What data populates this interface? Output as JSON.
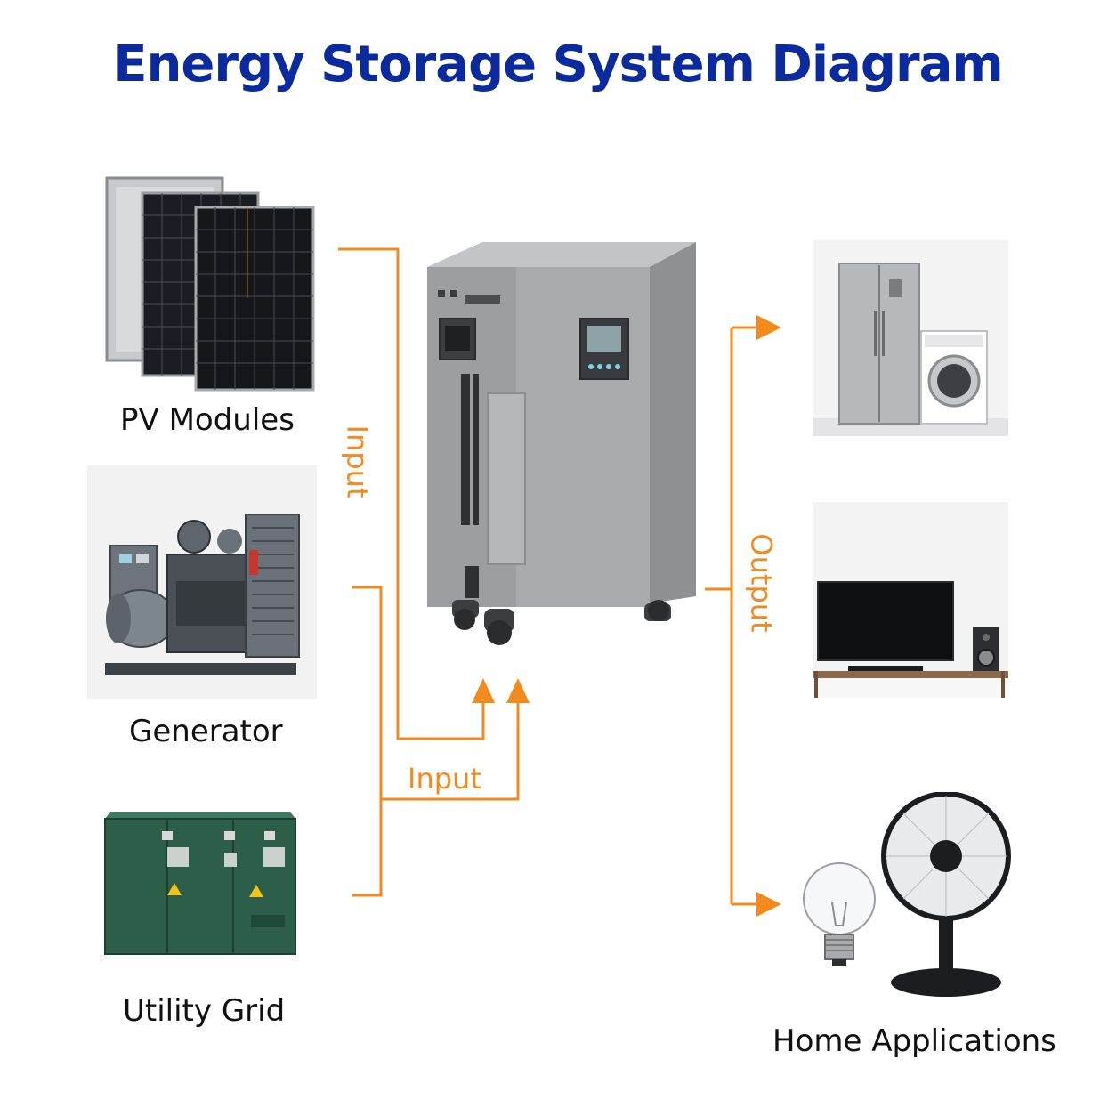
{
  "title": "Energy Storage System Diagram",
  "sources": {
    "pv": "PV Modules",
    "generator": "Generator",
    "grid": "Utility Grid"
  },
  "flows": {
    "input_vertical": "Input",
    "input_horizontal": "Input",
    "output": "Output"
  },
  "loads": {
    "home": "Home Applications"
  },
  "colors": {
    "title": "#0a2a9e",
    "flow": "#f28a1e",
    "cabinet": "#a9aaad",
    "grid_box": "#2c5e4a"
  },
  "icons": [
    "solar-panel-icon",
    "generator-icon",
    "utility-grid-icon",
    "battery-cabinet-icon",
    "fridge-washer-icon",
    "tv-speaker-icon",
    "bulb-fan-icon"
  ]
}
